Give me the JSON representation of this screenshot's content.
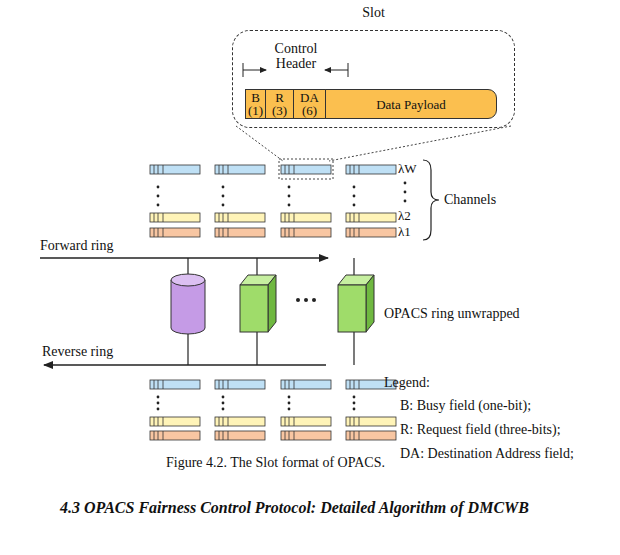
{
  "diagram": {
    "caption": "Figure 4.2. The Slot format of OPACS.",
    "nodes": [
      {
        "text": [
          "Slot",
          "Control Header"
        ]
      },
      {
        "text": [
          "B",
          "(1)"
        ],
        "in": 0
      },
      {
        "text": [
          "R",
          "(3)"
        ],
        "in": 0
      },
      {
        "text": [
          "DA",
          "(6)"
        ],
        "in": 0
      },
      {
        "text": [
          "Data Payload"
        ],
        "in": 0
      }
    ],
    "labels": [
      "λW",
      "λ2",
      "λ1",
      "Channels",
      "Forward ring",
      "OPACS ring unwrapped",
      "Reverse ring",
      "Legend:",
      "4.3 OPACS Fairness Control Protocol: Detailed Algorithm of DMCWB"
    ],
    "legend": [
      {
        "text": "B: Busy field (one-bit);"
      },
      {
        "text": "R: Request field (three-bits);"
      },
      {
        "text": "DA: Destination Address field;"
      }
    ]
  }
}
